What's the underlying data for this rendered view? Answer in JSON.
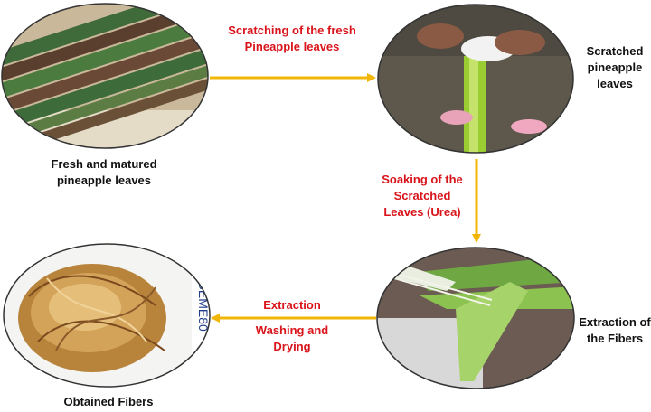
{
  "nodes": {
    "fresh_leaves": {
      "caption": "Fresh and matured pineapple leaves"
    },
    "scratched_leaves": {
      "caption": "Scratched pineapple leaves"
    },
    "extraction": {
      "caption": "Extraction of the Fibers"
    },
    "obtained_fibers": {
      "caption": "Obtained Fibers"
    }
  },
  "steps": {
    "scratching": "Scratching of the fresh Pineapple leaves",
    "soaking": "Soaking of the Scratched Leaves (Urea)",
    "extraction": "Extraction",
    "washing": "Washing and Drying"
  },
  "colors": {
    "arrow": "#f2b705",
    "step_text": "#d9141b",
    "caption_text": "#111111"
  }
}
